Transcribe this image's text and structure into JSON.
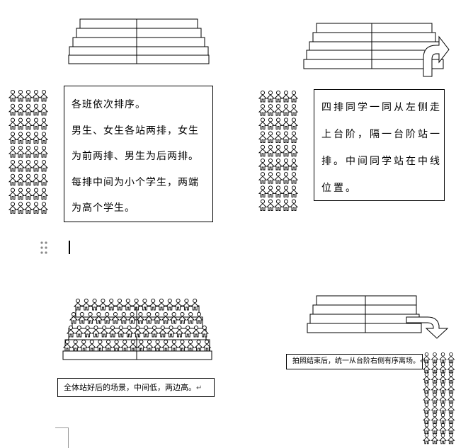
{
  "steps": [
    {
      "text_lines": [
        "各班依次排序。",
        "男生、女生各站两排，女生",
        "为前两排、男生为后两排。",
        "每排中间为小个学生，两端",
        "为高个学生。"
      ]
    },
    {
      "text_lines": [
        "四排同学一同从左侧走",
        "上台阶，隔一台阶站一",
        "排。中间同学站在中线",
        "位置。"
      ]
    }
  ],
  "captions": {
    "standing_scene": "全体站好后的场景，中间低，两边高。",
    "exit": "拍照结束后，统一从台阶右侧有序离场。",
    "return_mark": "↵"
  },
  "icons": {
    "drag_handle": "drag-handle-icon",
    "arrow": "curved-arrow-icon",
    "person": "person-icon"
  }
}
